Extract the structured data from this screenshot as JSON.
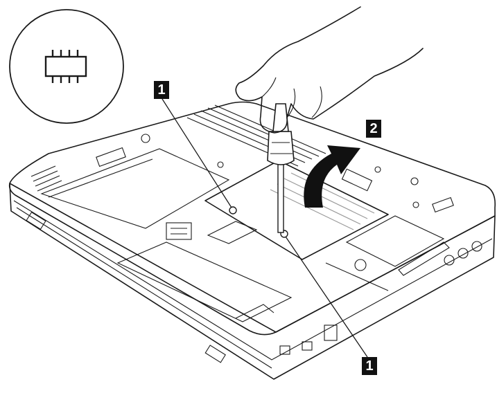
{
  "callouts": {
    "screw_top": "1",
    "rotate": "2",
    "screw_bottom": "1"
  },
  "icons": {
    "badge": "memory-chip-icon",
    "tool": "screwdriver-icon",
    "motion": "curved-arrow-icon"
  },
  "colors": {
    "line": "#1a1a1a",
    "cover_fill": "#d9d9d9",
    "callout_bg": "#111111",
    "callout_text": "#ffffff"
  }
}
